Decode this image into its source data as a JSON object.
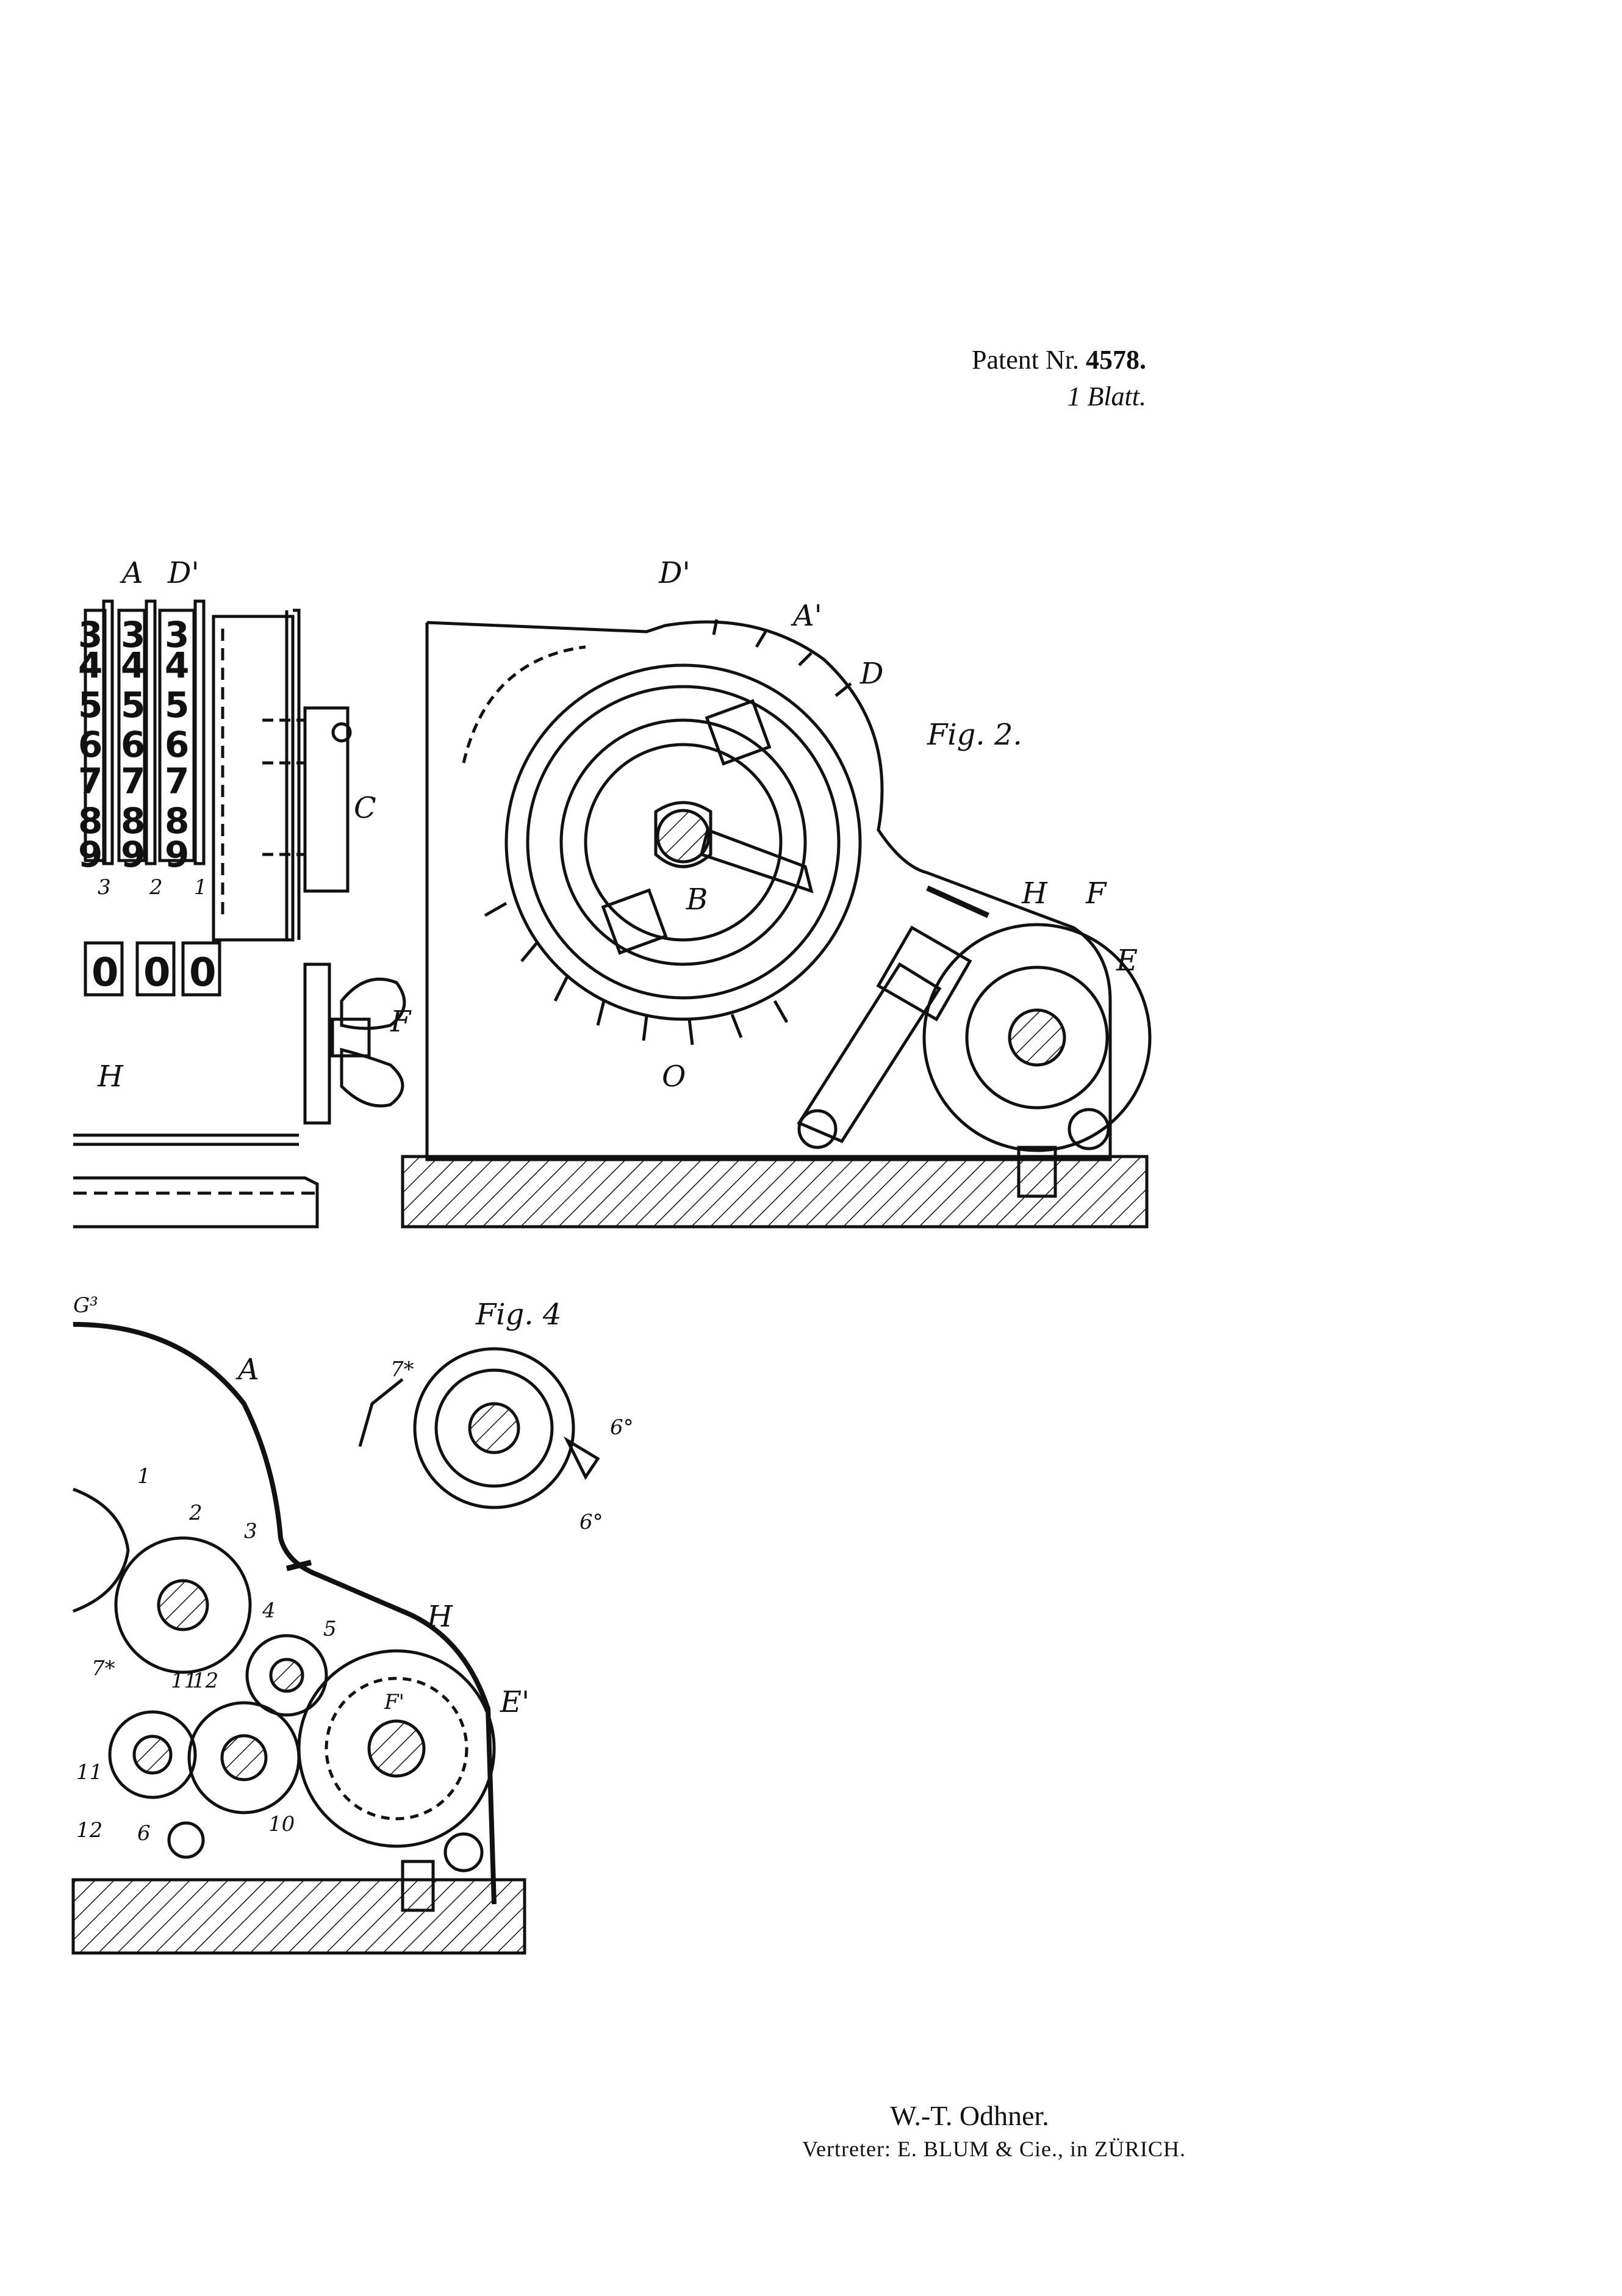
{
  "header": {
    "patent_prefix": "Patent Nr.",
    "patent_number": "4578.",
    "sheet_count": "1 Blatt."
  },
  "footer": {
    "inventor": "W.-T. Odhner.",
    "agent": "Vertreter: E. BLUM & Cie., in ZÜRICH."
  },
  "figures": {
    "fig2_caption": "Fig. 2.",
    "fig4_caption": "Fig. 4"
  },
  "labels": {
    "A": "A",
    "A1": "A'",
    "D": "D",
    "D1": "D'",
    "C": "C",
    "H": "H",
    "F": "F",
    "F1": "F'",
    "E": "E",
    "E1": "E'",
    "B": "B",
    "O": "O",
    "G3": "G³",
    "n1": "1",
    "n2": "2",
    "n3": "3",
    "n4": "4",
    "n5": "5",
    "n6": "6",
    "n10": "10",
    "n11": "11",
    "n12": "12",
    "r7": "7*",
    "s6": "6°"
  },
  "register": {
    "column_1": [
      "3",
      "4",
      "5",
      "6",
      "7",
      "8",
      "9"
    ],
    "column_2": [
      "3",
      "4",
      "5",
      "6",
      "7",
      "8",
      "9"
    ],
    "column_3": [
      "3",
      "4",
      "5",
      "6",
      "7",
      "8",
      "9"
    ],
    "column_numbers": [
      "3",
      "2",
      "1"
    ],
    "counter_windows": [
      "0",
      "0",
      "0"
    ]
  }
}
